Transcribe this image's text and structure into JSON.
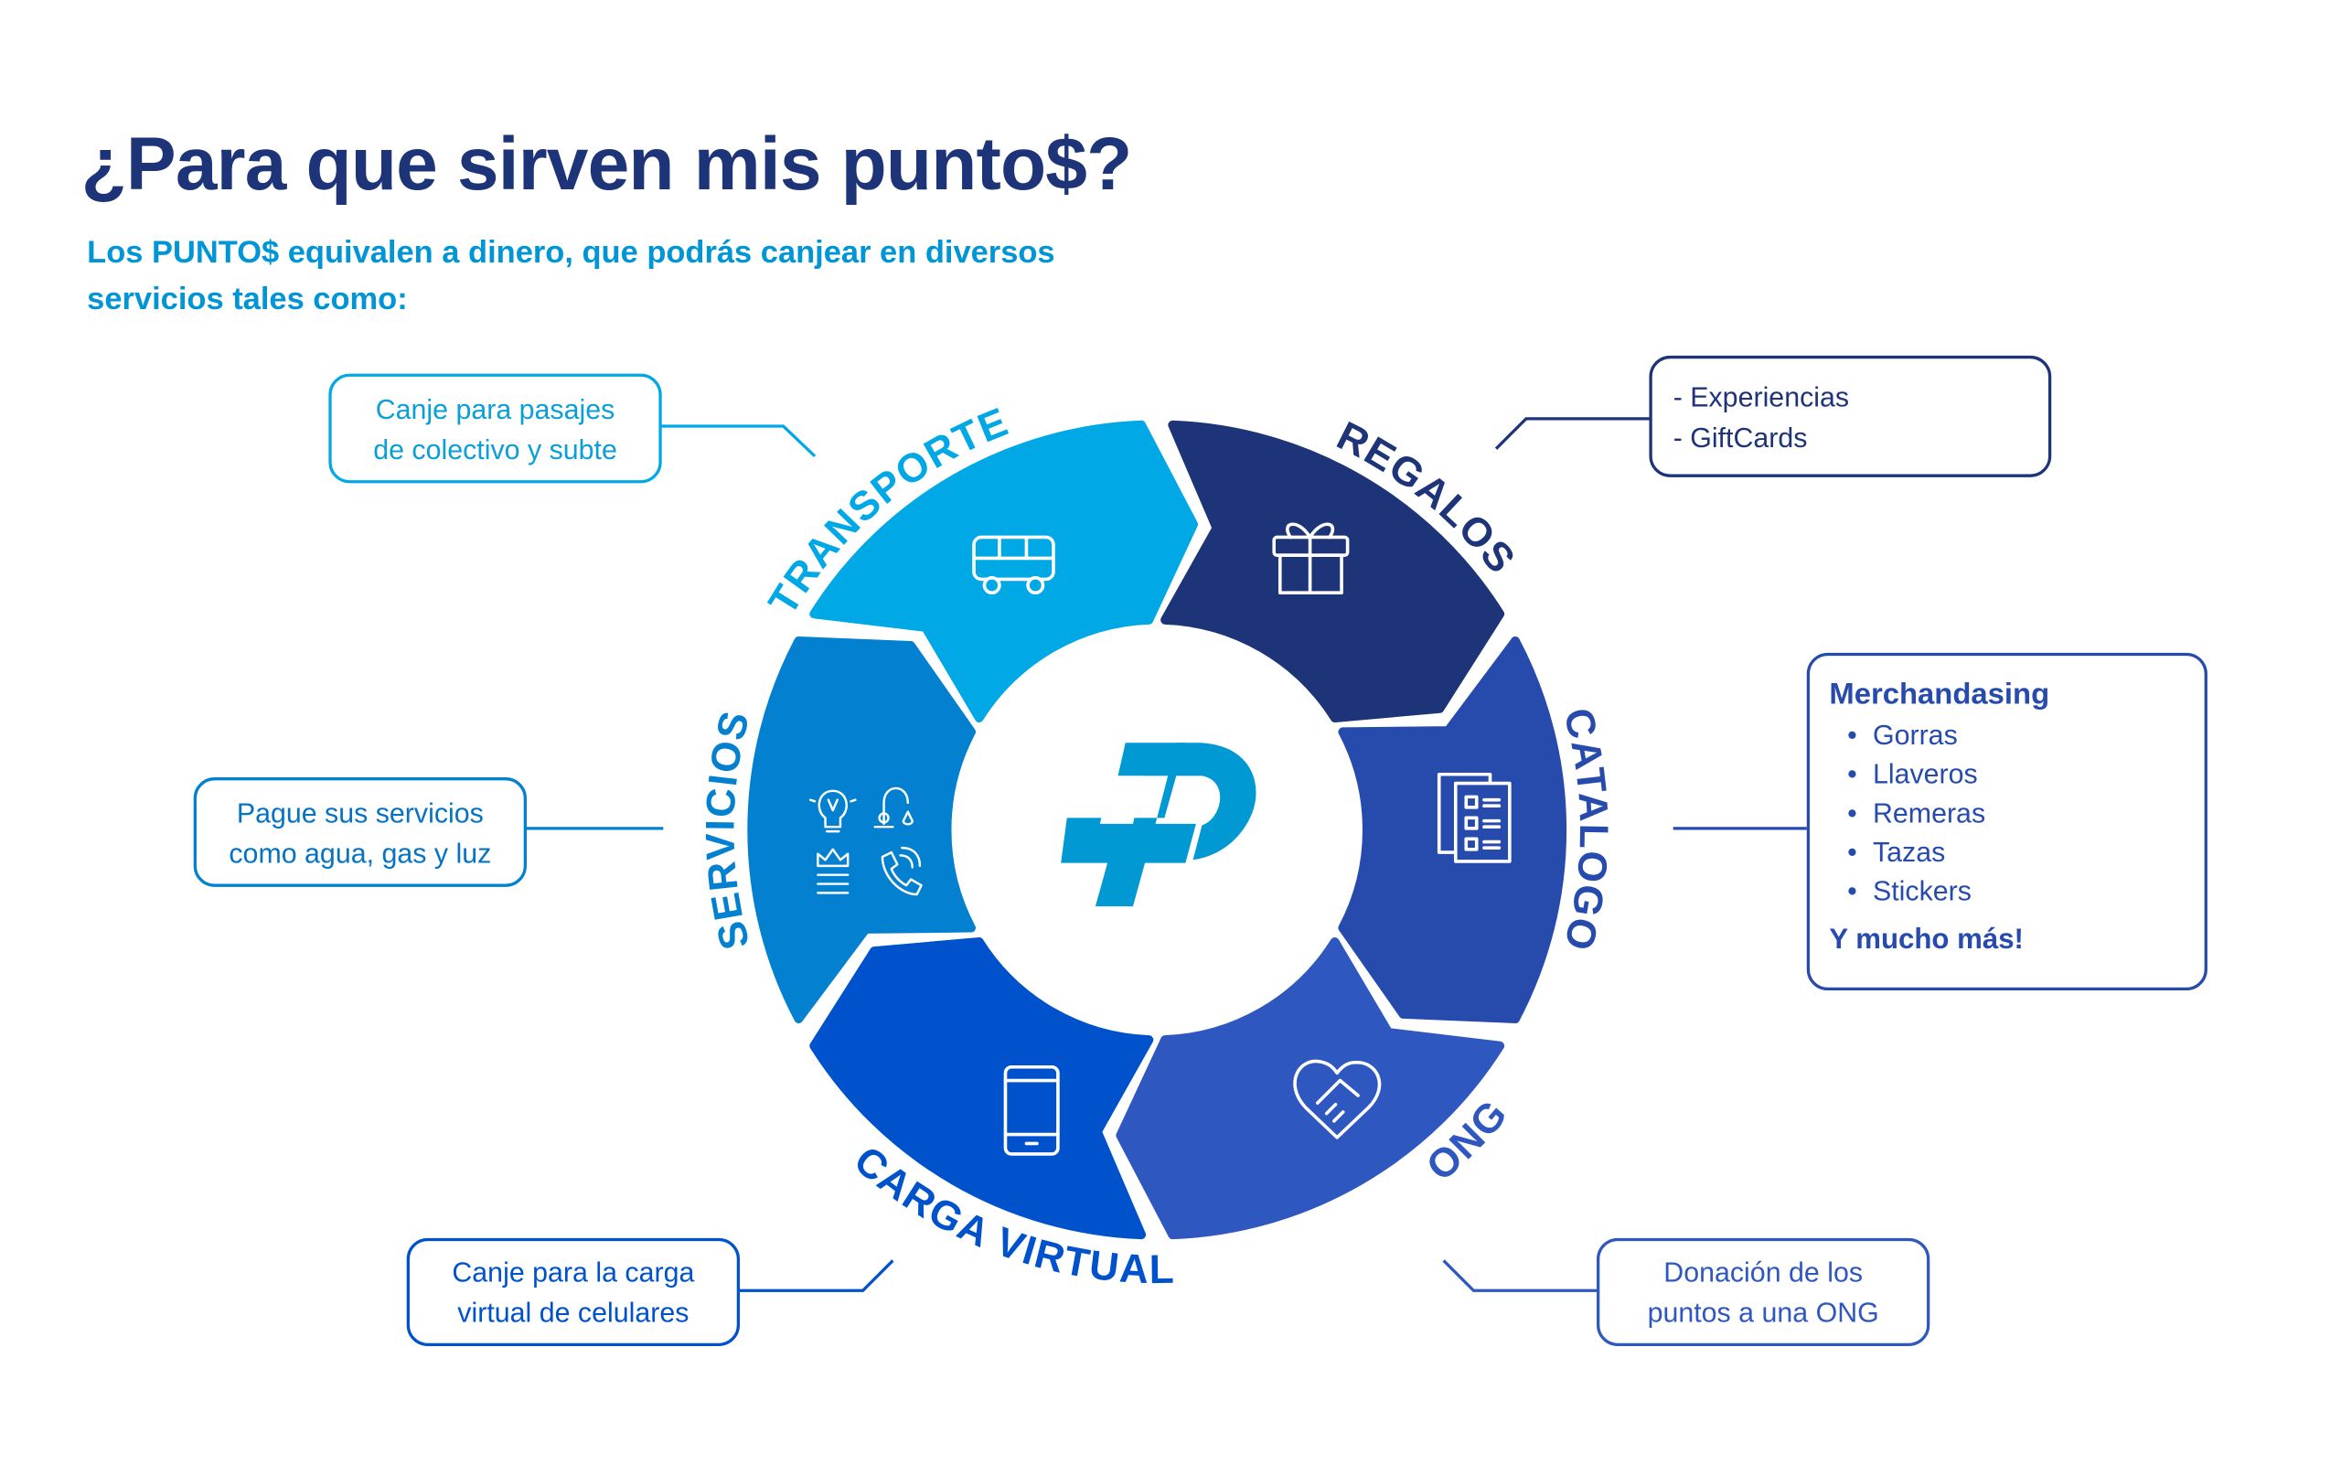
{
  "header": {
    "title": "¿Para que sirven mis punto$?",
    "subtitle": "Los PUNTO$ equivalen a dinero, que podrás canjear en diversos servicios tales como:"
  },
  "colors": {
    "transporte": "#00a8e6",
    "regalos": "#1d3478",
    "catalogo": "#274bad",
    "ong": "#2f57c0",
    "carga": "#0052cc",
    "servicios": "#0381d0",
    "logo": "#0099d3"
  },
  "segments": {
    "transporte": {
      "label": "TRANSPORTE",
      "icon": "bus-icon"
    },
    "regalos": {
      "label": "REGALOS",
      "icon": "gift-icon"
    },
    "catalogo": {
      "label": "CATALOGO",
      "icon": "catalog-document-icon"
    },
    "ong": {
      "label": "ONG",
      "icon": "handshake-heart-icon"
    },
    "carga": {
      "label": "CARGA VIRTUAL",
      "icon": "smartphone-icon"
    },
    "servicios": {
      "label": "SERVICIOS",
      "icons": [
        "lightbulb-icon",
        "water-faucet-icon",
        "gas-flame-icon",
        "phone-call-icon"
      ]
    }
  },
  "callouts": {
    "transporte": [
      "Canje para pasajes",
      "de colectivo y subte"
    ],
    "regalos": [
      "- Experiencias",
      "- GiftCards"
    ],
    "servicios": [
      "Pague sus servicios",
      "como agua, gas y luz"
    ],
    "carga": [
      "Canje para la carga",
      "virtual de celulares"
    ],
    "ong": [
      "Donación de los",
      "puntos a una ONG"
    ],
    "catalogo": {
      "heading": "Merchandasing",
      "bullet": "•",
      "items": [
        "Gorras",
        "Llaveros",
        "Remeras",
        "Tazas",
        "Stickers"
      ],
      "footer": "Y mucho más!"
    }
  }
}
